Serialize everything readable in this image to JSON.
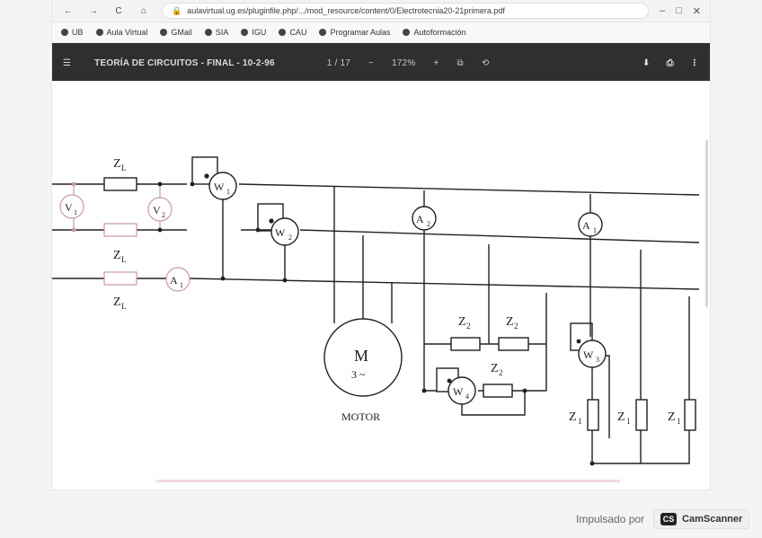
{
  "browser": {
    "nav": {
      "back": "←",
      "forward": "→",
      "reload": "C",
      "home": "⌂"
    },
    "address_text": "aulavirtual.ug.es/pluginfile.php/.../mod_resource/content/0/Electrotecnia20-21primera.pdf",
    "window_controls": [
      "–",
      "□",
      "✕"
    ],
    "bookmarks": [
      "UB",
      "Aula Virtual",
      "GMail",
      "SIA",
      "IGU",
      "CAU",
      "Programar Aulas",
      "Autoformación"
    ]
  },
  "pdf_toolbar": {
    "menu_icon": "☰",
    "title": "TEORÍA DE CIRCUITOS - FINAL - 10-2-96",
    "page_indicator": "1 / 17",
    "zoom_out": "−",
    "zoom_level": "172%",
    "zoom_in": "+",
    "fit_icon": "⧉",
    "rotate_icon": "⟲",
    "download_icon": "⬇",
    "print_icon": "⎙",
    "more_icon": "⋮"
  },
  "circuit": {
    "line_impedance_label": "Z",
    "line_impedance_subscript": "L",
    "voltmeters": [
      {
        "text": "V",
        "sub": "1"
      },
      {
        "text": "V",
        "sub": "2"
      }
    ],
    "ammeters": [
      {
        "text": "A",
        "sub": "1"
      },
      {
        "text": "A",
        "sub": "2"
      },
      {
        "text": "A",
        "sub": "1"
      }
    ],
    "wattmeters": [
      {
        "text": "W",
        "sub": "1"
      },
      {
        "text": "W",
        "sub": "2"
      },
      {
        "text": "W",
        "sub": "4"
      },
      {
        "text": "W",
        "sub": "3"
      }
    ],
    "motor": {
      "letter": "M",
      "phase": "3 ~",
      "caption": "MOTOR"
    },
    "delta_load": [
      {
        "label": "Z",
        "sub": "2"
      },
      {
        "label": "Z",
        "sub": "2"
      },
      {
        "label": "Z",
        "sub": "2"
      }
    ],
    "star_load": [
      {
        "label": "Z",
        "sub": "1"
      },
      {
        "label": "Z",
        "sub": "1"
      },
      {
        "label": "Z",
        "sub": "1"
      }
    ]
  },
  "footer": {
    "powered_by": "Impulsado por",
    "brand_badge": "CS",
    "brand": "CamScanner"
  }
}
